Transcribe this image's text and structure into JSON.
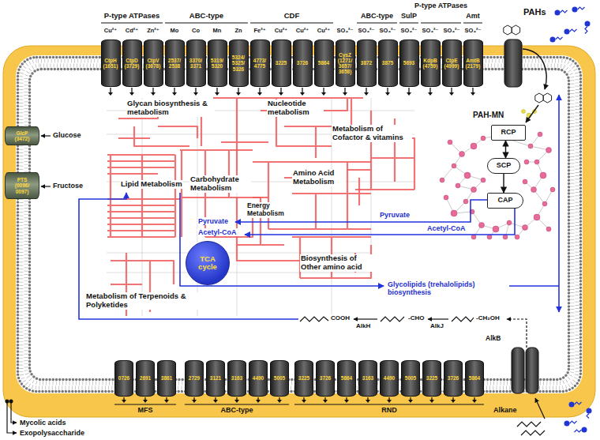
{
  "diagram": {
    "nodes": [
      {
        "text": [
          "CtpH (1651)"
        ]
      },
      {
        "text": [
          "CtpD (3729)"
        ]
      },
      {
        "text": [
          "CtpV (3678)"
        ]
      },
      {
        "text": [
          "2537/ 2538"
        ]
      },
      {
        "text": [
          "3370/ 3371"
        ]
      },
      {
        "text": [
          "5319/ 5320"
        ]
      },
      {
        "text": [
          "5324/ 5325/ 5326"
        ]
      },
      {
        "text": [
          "4773/ 4775"
        ]
      },
      {
        "text": [
          "3225"
        ]
      },
      {
        "text": [
          "3726"
        ]
      },
      {
        "text": [
          "5864"
        ]
      },
      {
        "text": [
          "CysZ (1271/ 3657/ 3658)"
        ]
      },
      {
        "text": [
          "3872"
        ]
      },
      {
        "text": [
          "3875"
        ]
      },
      {
        "text": [
          "5693"
        ]
      },
      {
        "text": [
          "KdpB (4759)"
        ]
      },
      {
        "text": [
          "CtpE (4999)"
        ]
      },
      {
        "text": [
          "AmtB (2179)"
        ]
      },
      {
        "text": [
          "GlcP (3472)"
        ]
      },
      {
        "text": [
          "PTS (0096/ 0097)"
        ]
      },
      {
        "text": [
          "TCA cycle"
        ]
      },
      {
        "text": [
          "RCP"
        ]
      },
      {
        "text": [
          "SCP"
        ]
      },
      {
        "text": [
          "CAP"
        ]
      },
      {
        "text": [
          "0726"
        ]
      },
      {
        "text": [
          "2691"
        ]
      },
      {
        "text": [
          "3861"
        ]
      },
      {
        "text": [
          "2729"
        ]
      },
      {
        "text": [
          "3121"
        ]
      },
      {
        "text": [
          "3163"
        ]
      },
      {
        "text": [
          "4490"
        ]
      },
      {
        "text": [
          "5005"
        ]
      },
      {
        "text": [
          "3225"
        ]
      },
      {
        "text": [
          "3726"
        ]
      },
      {
        "text": [
          "5864"
        ]
      },
      {
        "text": [
          "3163"
        ]
      },
      {
        "text": [
          "4490"
        ]
      },
      {
        "text": [
          "5005"
        ]
      },
      {
        "text": [
          "3225"
        ]
      },
      {
        "text": [
          "3726"
        ]
      },
      {
        "text": [
          "5864"
        ]
      }
    ],
    "edges": [
      {
        "from": 21,
        "to": 22,
        "arrow": "both"
      },
      {
        "from": 22,
        "to": 23,
        "arrow": "to"
      }
    ],
    "labels": [
      "P-type ATPases",
      "ABC-type",
      "CDF",
      "ABC-type",
      "SulP",
      "P-type ATPases",
      "Amt",
      "PAHs",
      "Cu²⁺",
      "Cd²⁺",
      "Zn²⁺",
      "Mo",
      "Co",
      "Mn",
      "Zn",
      "Fe²⁺",
      "Cu²⁺",
      "Cu²⁺",
      "Cu²⁺",
      "SO₄²⁻",
      "SO₄²⁻",
      "SO₄²⁻",
      "SO₄²⁻",
      "SO₄²⁻",
      "SO₄²⁻",
      "SO₄²⁻",
      "Glycan biosynthesis & metabolism",
      "Nucleotide metabolism",
      "Metabolism of Cofactor & vitamins",
      "Lipid Metabolism",
      "Carbohydrate Metabolism",
      "Amino Acid Metabolism",
      "Energy Metabolism",
      "Pyruvate",
      "Acetyl-CoA",
      "Biosynthesis of Other amino acid",
      "Metabolism of Terpenoids & Polyketides",
      "PAH-MN",
      "Pyruvate",
      "Acetyl-CoA",
      "Glycolipids (trehalolipids) biosynthesis",
      "COOH",
      "-CHO",
      "-CH₂OH",
      "AlkH",
      "AlkJ",
      "AlkB",
      "Alkane",
      "Glucose",
      "Fructose",
      "MFS",
      "ABC-type",
      "RND",
      "Mycolic acids",
      "Exopolysaccharide"
    ]
  }
}
